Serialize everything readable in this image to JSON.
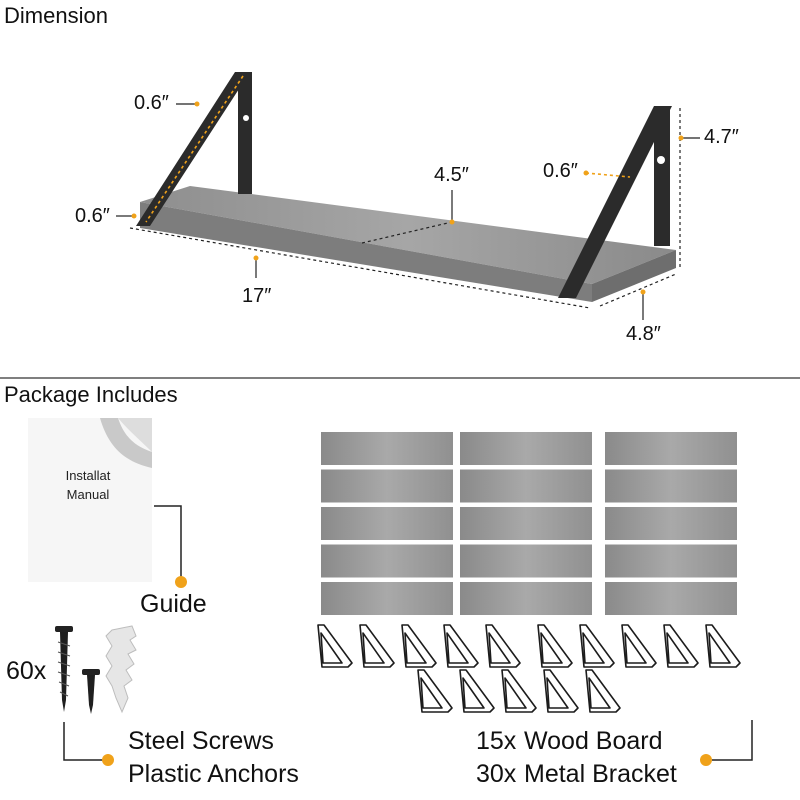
{
  "dimension_section": {
    "title": "Dimension",
    "labels": {
      "strap_width_top": "0.6″",
      "strap_width_left": "0.6″",
      "strap_width_right": "0.6″",
      "depth": "4.5″",
      "bracket_height": "4.7″",
      "length": "17″",
      "total_height": "4.8″"
    }
  },
  "package_section": {
    "title": "Package Includes",
    "manual": {
      "text_line1": "Installat",
      "text_line2": "Manual",
      "label": "Guide"
    },
    "hardware": {
      "quantity": "60x",
      "label_line1": "Steel Screws",
      "label_line2": "Plastic Anchors"
    },
    "boards": {
      "quantity": "15x",
      "label": "Wood Board"
    },
    "brackets": {
      "quantity": "30x",
      "label": "Metal Bracket"
    }
  },
  "colors": {
    "accent_dot": "#f0a21a",
    "wood": "#9a9a9a",
    "bracket": "#2b2b2b"
  }
}
